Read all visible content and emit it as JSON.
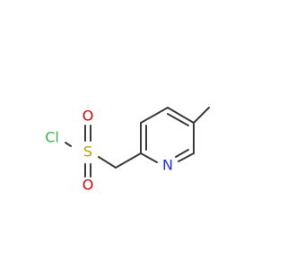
{
  "molecule": {
    "atoms": {
      "cl": "Cl",
      "s": "S",
      "o_top": "O",
      "o_bottom": "O",
      "n": "N"
    }
  },
  "colors": {
    "bond": "#3a3a3a",
    "chlorine": "#3cb34a",
    "sulfur": "#b3a300",
    "oxygen": "#e00000",
    "nitrogen": "#2233ee"
  }
}
